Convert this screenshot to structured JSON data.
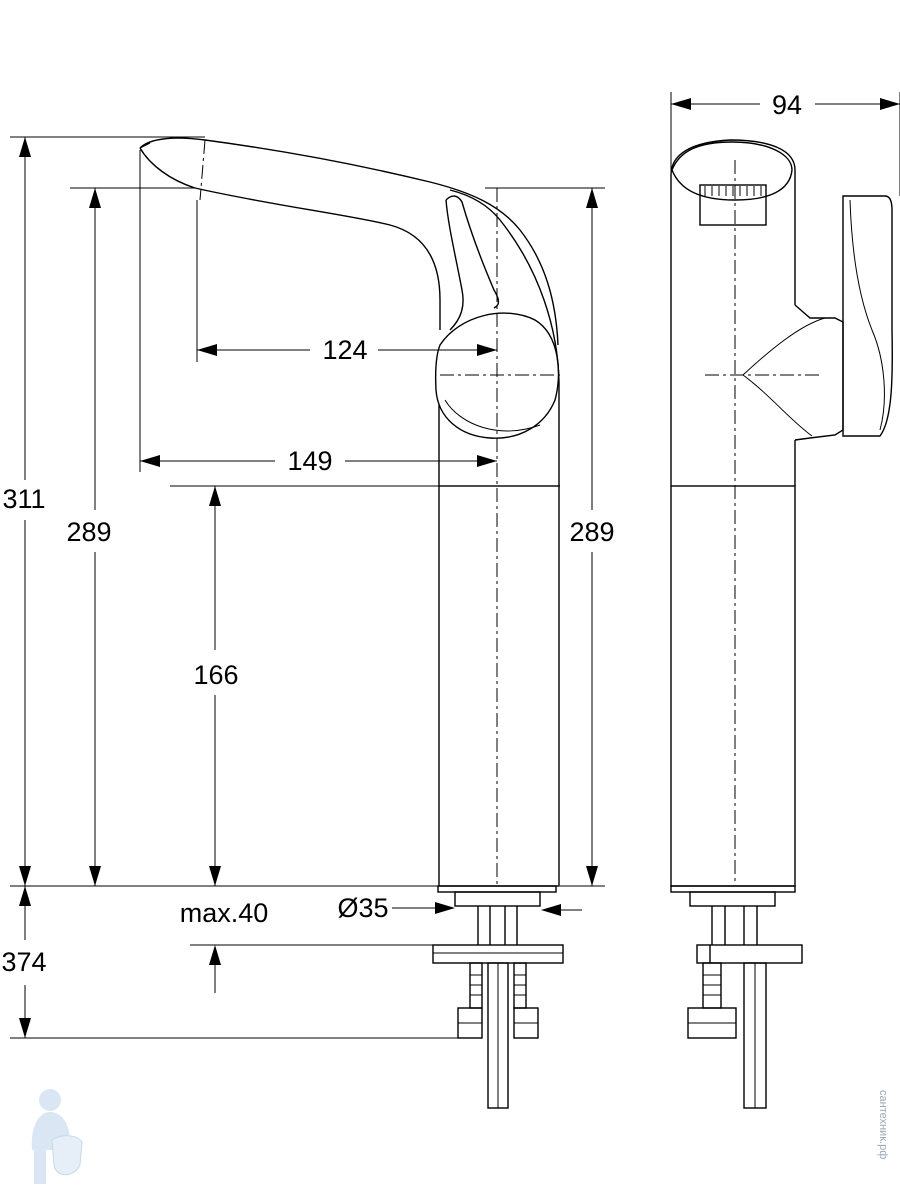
{
  "drawing": {
    "dims": {
      "width_side": "94",
      "total_height": "311",
      "height_left": "289",
      "height_right": "289",
      "spout_reach": "124",
      "spout_overall": "149",
      "body_height": "166",
      "deck_thickness": "max.40",
      "body_diameter": "Ø35",
      "below_deck": "374"
    },
    "watermark": "сантехник.рф"
  }
}
